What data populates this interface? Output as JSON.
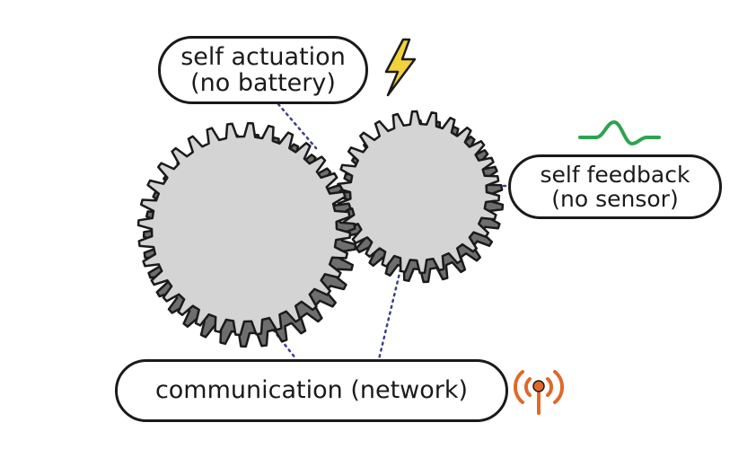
{
  "labels": {
    "actuation": {
      "line1": "self actuation",
      "line2": "(no battery)"
    },
    "feedback": {
      "line1": "self feedback",
      "line2": "(no sensor)"
    },
    "communication": {
      "text": "communication (network)"
    }
  },
  "icons": {
    "actuation": "lightning-bolt-icon",
    "feedback": "sine-wave-icon",
    "communication": "antenna-signal-icon"
  },
  "colors": {
    "gear_face": "#d4d4d4",
    "gear_side": "#6e6e6e",
    "outline": "#1a1a1a",
    "connector": "#3b3f8f",
    "bolt": "#f2d13a",
    "wave": "#2da34f",
    "antenna": "#e0692a"
  }
}
